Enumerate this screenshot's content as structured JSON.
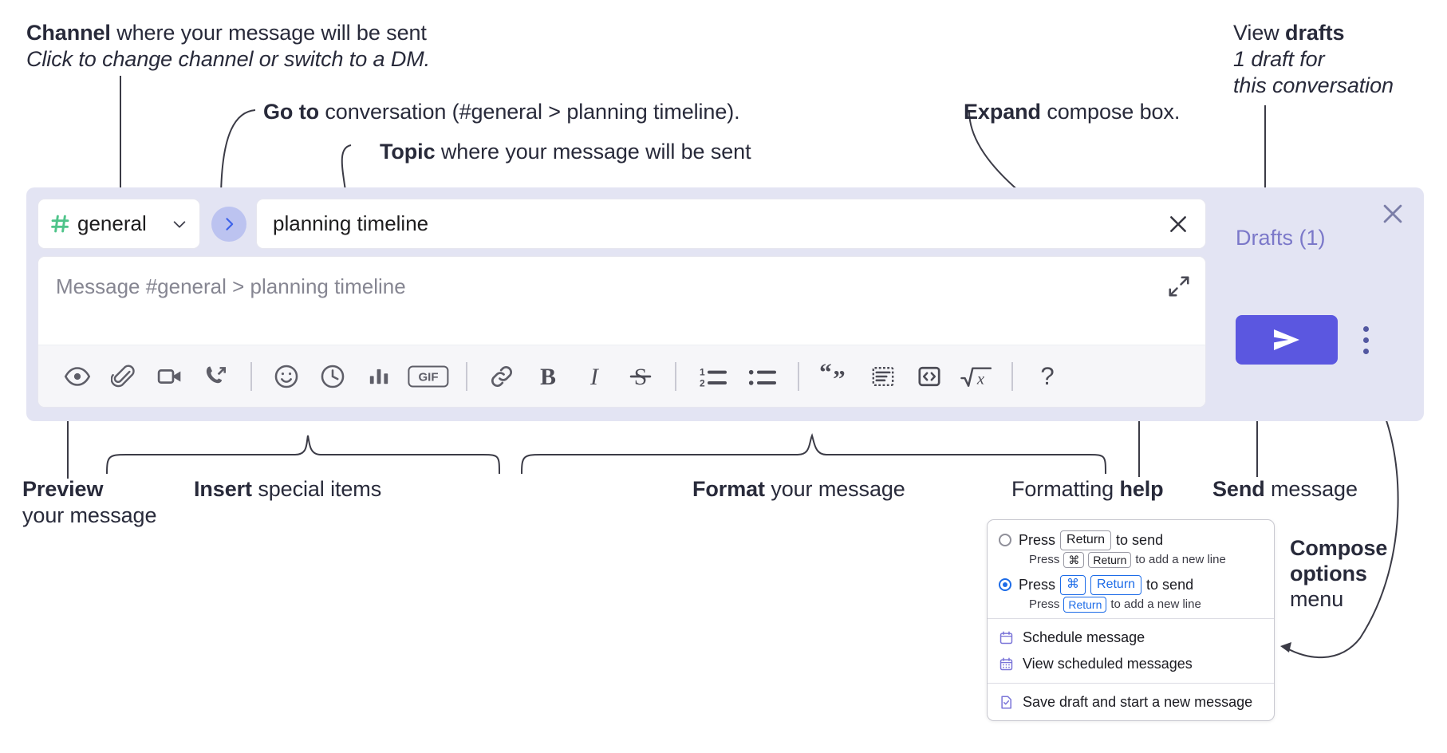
{
  "annotations": {
    "channel": {
      "bold": "Channel",
      "rest": " where your message will be sent",
      "sub": "Click to change channel or switch to a DM."
    },
    "goto": {
      "bold": "Go to",
      "rest": " conversation (#general > planning timeline)."
    },
    "topic": {
      "bold": "Topic",
      "rest": " where your message will be sent"
    },
    "expand": {
      "bold": "Expand",
      "rest": " compose box."
    },
    "drafts": {
      "lead": "View ",
      "bold": "drafts",
      "sub1": "1 draft for",
      "sub2": "this conversation"
    },
    "preview": {
      "bold": "Preview",
      "sub": "your message"
    },
    "insert": {
      "bold": "Insert",
      "rest": " special items"
    },
    "format": {
      "bold": "Format",
      "rest": " your message"
    },
    "help": {
      "lead": "Formatting ",
      "bold": "help"
    },
    "send": {
      "bold": "Send",
      "rest": " message"
    },
    "compose_options": {
      "line1": "Compose",
      "line2": "options",
      "line3": "menu"
    }
  },
  "compose": {
    "channel_name": "general",
    "hash_icon": "hash-icon",
    "chevron_icon": "chevron-down-icon",
    "goto_icon": "chevron-right-icon",
    "topic_value": "planning timeline",
    "topic_clear_icon": "close-icon",
    "message_placeholder": "Message #general > planning timeline",
    "expand_icon": "expand-icon",
    "drafts_label": "Drafts (1)",
    "close_icon": "close-icon",
    "send_icon": "send-paper-plane-icon",
    "kebab_icon": "more-vertical-icon",
    "toolbar": [
      {
        "name": "preview-icon",
        "title": "Preview"
      },
      {
        "name": "attachment-paperclip-icon",
        "title": "Attach file"
      },
      {
        "name": "video-camera-icon",
        "title": "Record video clip"
      },
      {
        "name": "phone-forward-icon",
        "title": "Record audio clip"
      },
      {
        "name": "separator-1",
        "title": ""
      },
      {
        "name": "emoji-smiley-icon",
        "title": "Emoji"
      },
      {
        "name": "clock-icon",
        "title": "Recent"
      },
      {
        "name": "bar-chart-icon",
        "title": "Poll"
      },
      {
        "name": "gif-icon",
        "title": "GIF"
      },
      {
        "name": "separator-2",
        "title": ""
      },
      {
        "name": "link-icon",
        "title": "Link"
      },
      {
        "name": "bold-icon",
        "title": "Bold"
      },
      {
        "name": "italic-icon",
        "title": "Italic"
      },
      {
        "name": "strikethrough-icon",
        "title": "Strikethrough"
      },
      {
        "name": "separator-3",
        "title": ""
      },
      {
        "name": "ordered-list-icon",
        "title": "Ordered list"
      },
      {
        "name": "bulleted-list-icon",
        "title": "Bulleted list"
      },
      {
        "name": "separator-4",
        "title": ""
      },
      {
        "name": "blockquote-icon",
        "title": "Blockquote"
      },
      {
        "name": "code-block-icon",
        "title": "Code block"
      },
      {
        "name": "code-inline-icon",
        "title": "Code"
      },
      {
        "name": "math-formula-icon",
        "title": "Math"
      },
      {
        "name": "separator-5",
        "title": ""
      },
      {
        "name": "help-question-icon",
        "title": "Formatting help"
      }
    ]
  },
  "menu": {
    "option1": {
      "selected": false,
      "pre": "Press",
      "key": "Return",
      "post": "to send",
      "sub_pre": "Press",
      "sub_key1": "⌘",
      "sub_key2": "Return",
      "sub_post": "to add a new line"
    },
    "option2": {
      "selected": true,
      "pre": "Press",
      "key1": "⌘",
      "key2": "Return",
      "post": "to send",
      "sub_pre": "Press",
      "sub_key": "Return",
      "sub_post": "to add a new line"
    },
    "items": [
      {
        "icon": "calendar-schedule-icon",
        "label": "Schedule message"
      },
      {
        "icon": "calendar-grid-icon",
        "label": "View scheduled messages"
      },
      {
        "icon": "save-draft-icon",
        "label": "Save draft and start a new message"
      }
    ]
  },
  "colors": {
    "widget_bg": "#e3e4f3",
    "accent_send": "#5b57e0",
    "hash_green": "#4fc48a",
    "goto_blue": "#3d62ea",
    "drafts_purple": "#7b78c9",
    "radio_blue": "#1d6ce8"
  }
}
